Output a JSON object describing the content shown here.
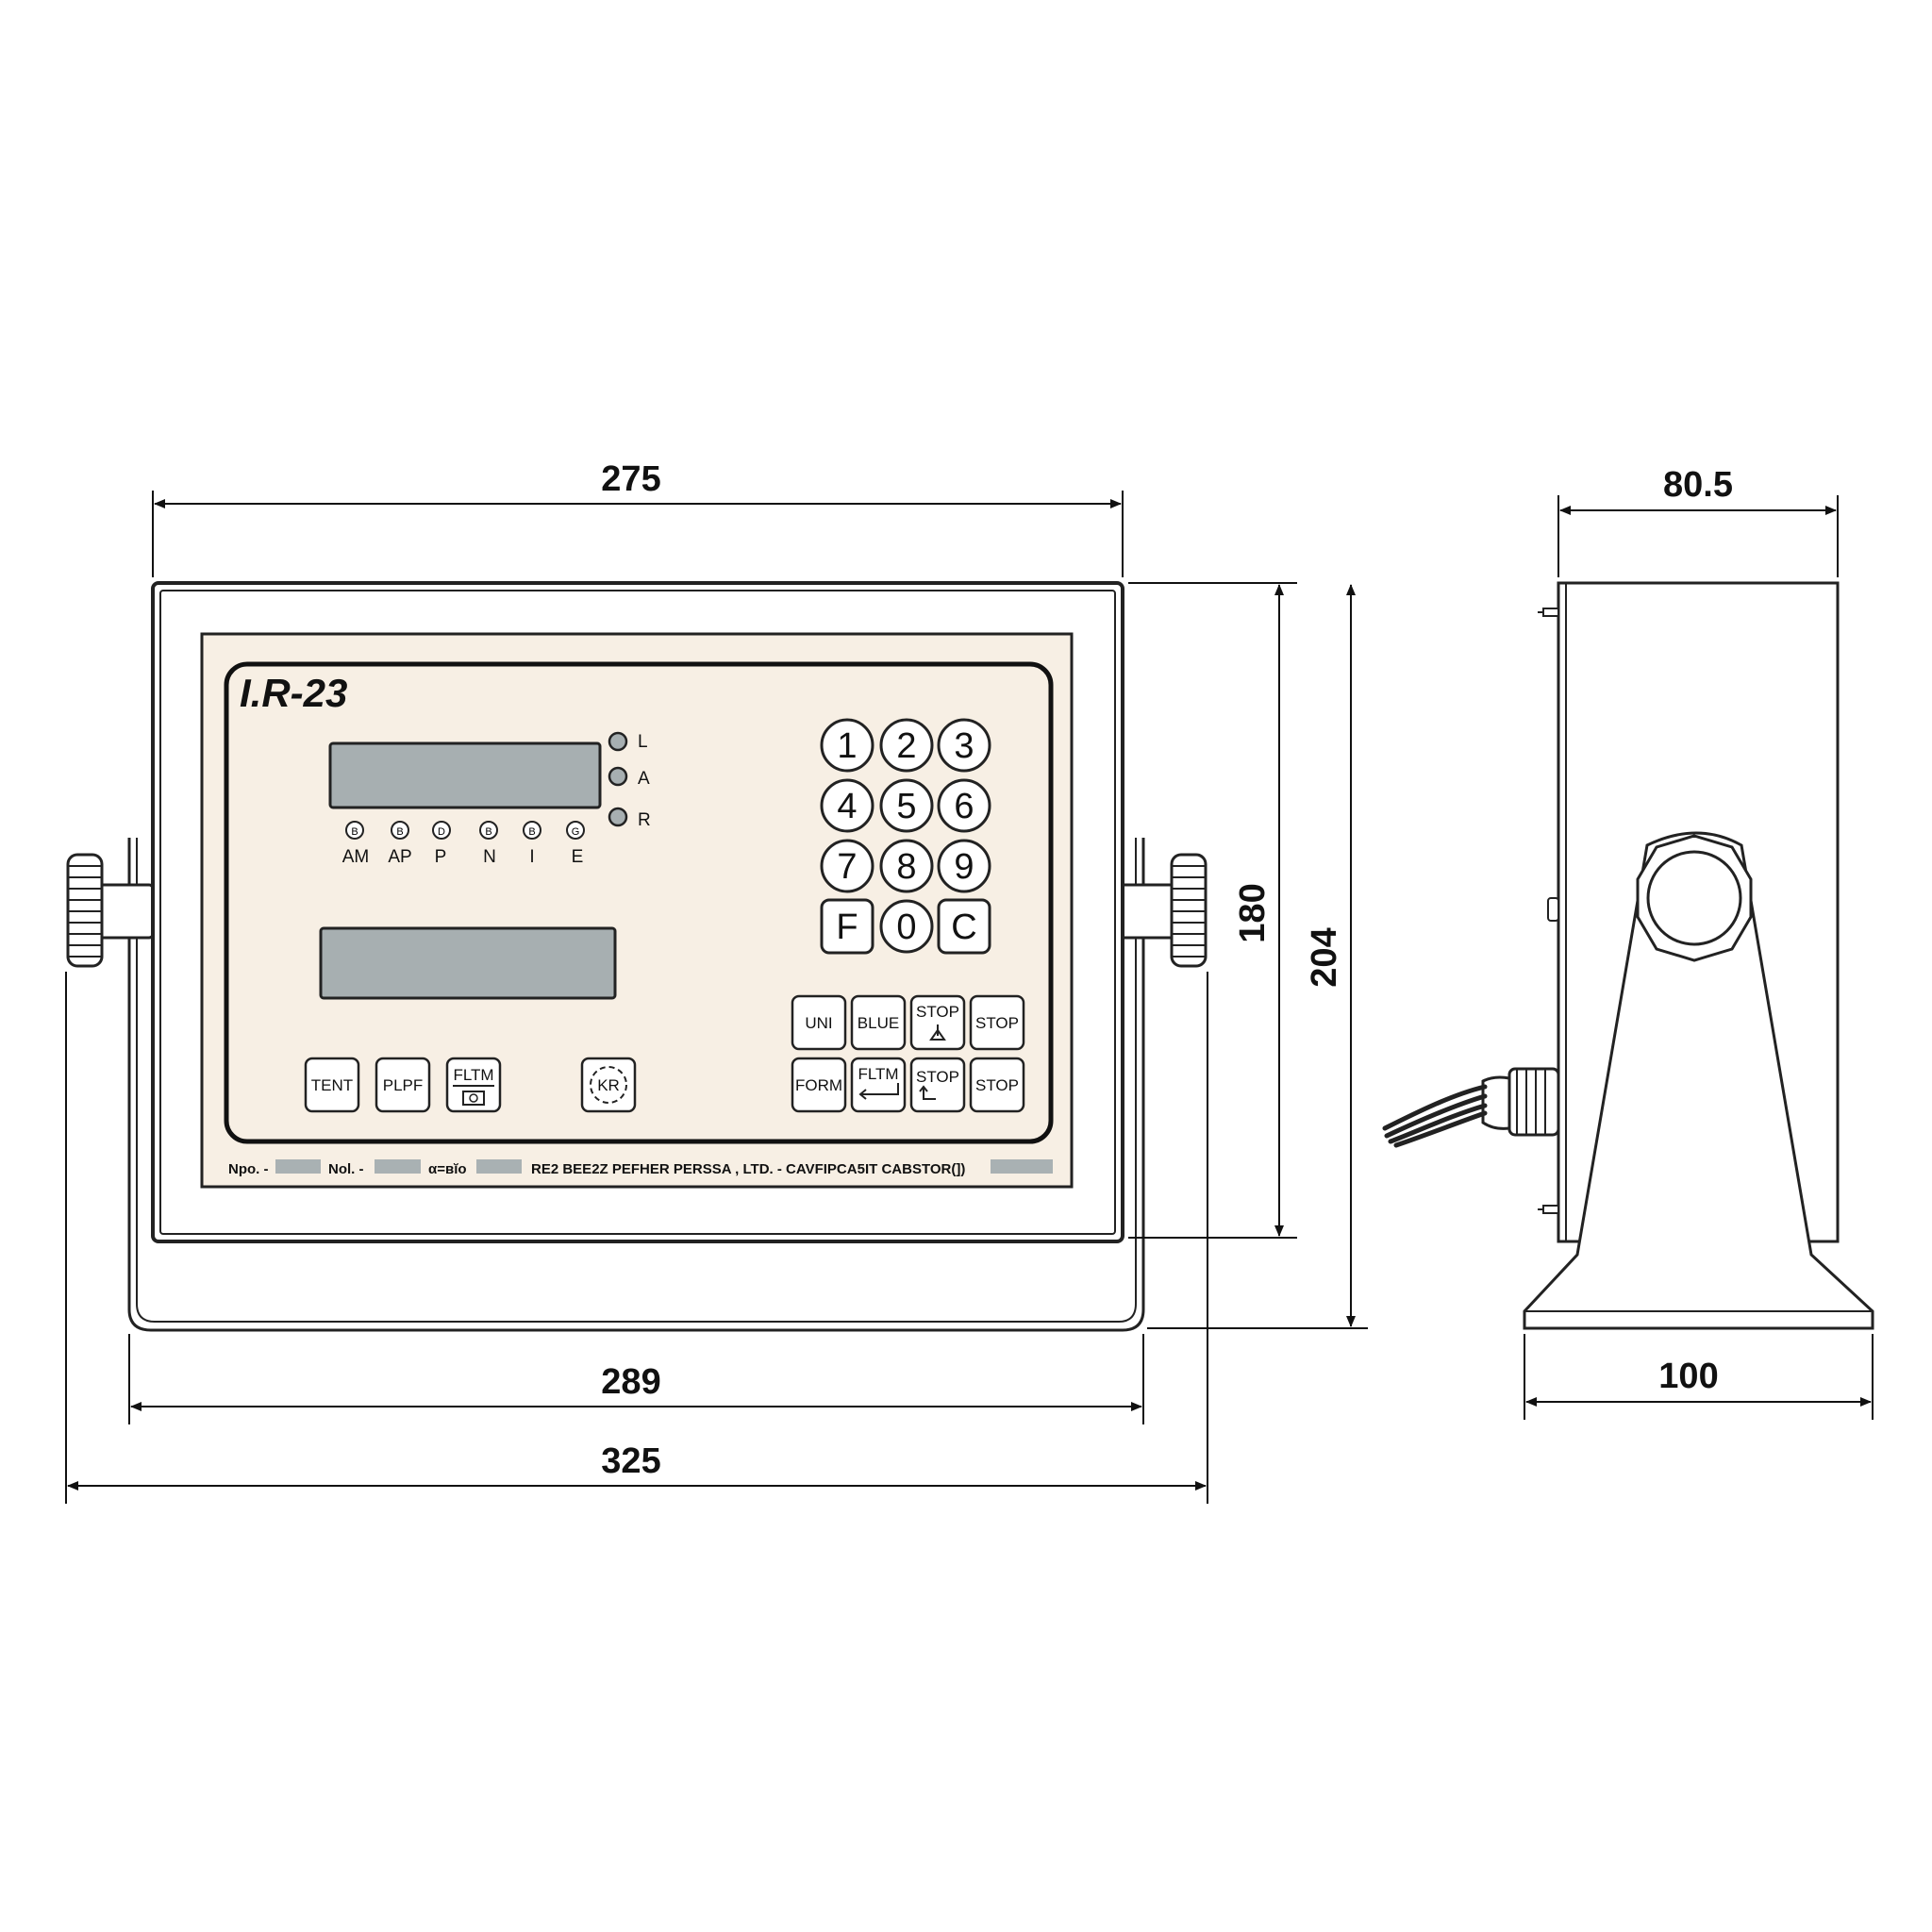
{
  "model_label": "I.R-23",
  "dimensions": {
    "front_top": "275",
    "front_inner_height": "180",
    "front_total_height": "204",
    "bracket_width": "289",
    "overall_width": "325",
    "side_depth": "80.5",
    "side_base": "100"
  },
  "status_leds": [
    "L",
    "A",
    "R"
  ],
  "annunciators": [
    {
      "symbol": "B",
      "label": "AM"
    },
    {
      "symbol": "B",
      "label": "AP"
    },
    {
      "symbol": "D",
      "label": "P"
    },
    {
      "symbol": "B",
      "label": "N"
    },
    {
      "symbol": "B",
      "label": "I"
    },
    {
      "symbol": "G",
      "label": "E"
    }
  ],
  "keypad_digits": [
    "1",
    "2",
    "3",
    "4",
    "5",
    "6",
    "7",
    "8",
    "9"
  ],
  "keypad_bottom": [
    "F",
    "0",
    "C"
  ],
  "function_keys_row1": [
    "UNI",
    "BLUE",
    "STOP",
    "STOP"
  ],
  "function_keys_row2": [
    "FORM",
    "FLTM",
    "STOP",
    "STOP"
  ],
  "panel_keys": [
    "TENT",
    "PLPF",
    "FLTM",
    "KR"
  ],
  "footer": {
    "npo": "Npo. -",
    "nol": "Nol. -",
    "code": "α=ʙĭo",
    "company": "RE2 BEE2Z PEFHER PERSSA , LTD. - CAVFIPCA5IT CABSTOR(])"
  },
  "colors": {
    "panel": "#f7efe4",
    "display": "#a7afb1",
    "outline": "#222222",
    "footer_bar": "#a9b1b3"
  }
}
